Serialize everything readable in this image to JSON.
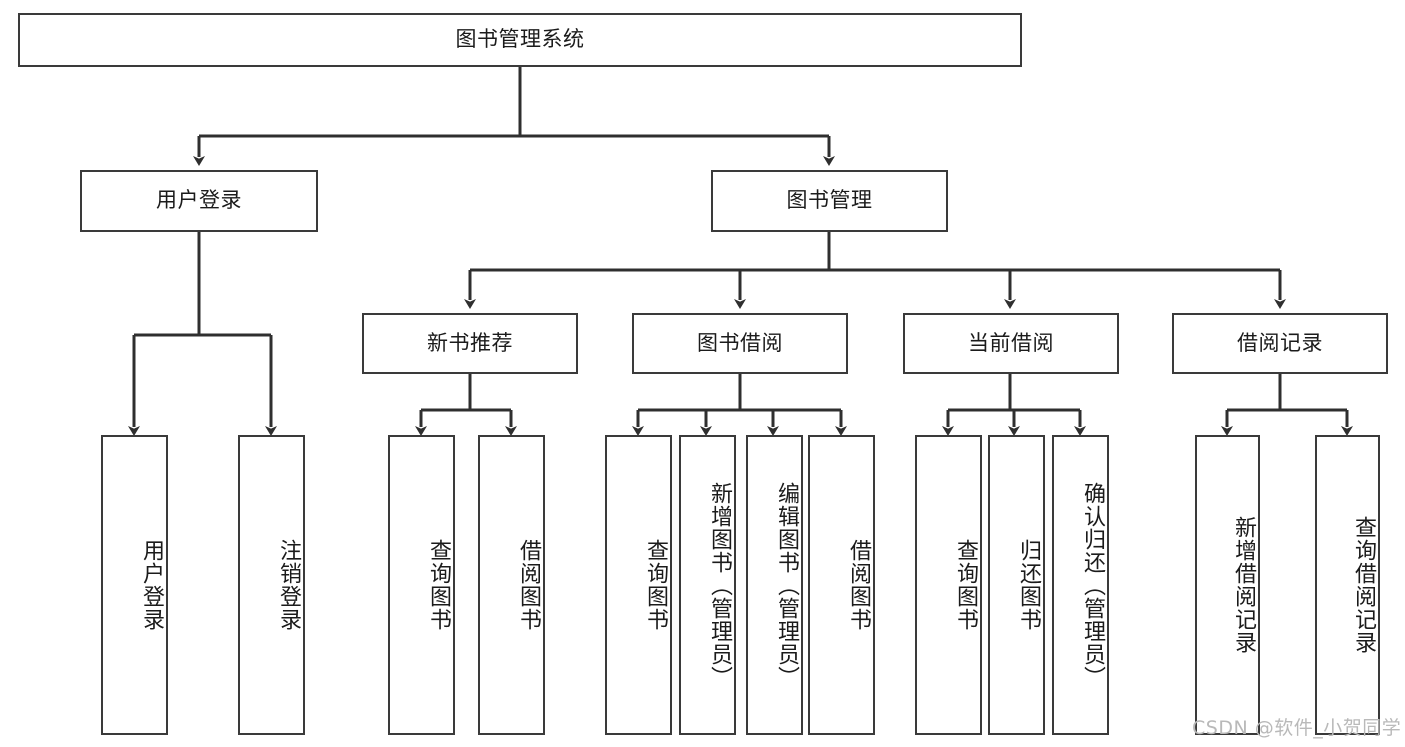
{
  "diagram": {
    "title": "图书管理系统",
    "type": "functional-structure-tree",
    "watermark": "CSDN @软件_小贺同学",
    "colors": {
      "stroke": "#3a3a3a",
      "fill": "#ffffff",
      "text": "#1b1b1b",
      "watermark": "#b9b9b9"
    },
    "levels": {
      "root": {
        "label": "图书管理系统"
      },
      "level2": [
        {
          "id": "user-login",
          "label": "用户登录"
        },
        {
          "id": "book-manage",
          "label": "图书管理"
        }
      ],
      "level3": [
        {
          "id": "new-book-recommend",
          "label": "新书推荐"
        },
        {
          "id": "book-borrow",
          "label": "图书借阅"
        },
        {
          "id": "current-borrow",
          "label": "当前借阅"
        },
        {
          "id": "borrow-record",
          "label": "借阅记录"
        }
      ],
      "leaves": [
        {
          "id": "leaf-user-login",
          "label": "用户登录",
          "parent": "user-login"
        },
        {
          "id": "leaf-user-logout",
          "label": "注销登录",
          "parent": "user-login"
        },
        {
          "id": "leaf-query-book-1",
          "label": "查询图书",
          "parent": "new-book-recommend"
        },
        {
          "id": "leaf-borrow-book-1",
          "label": "借阅图书",
          "parent": "new-book-recommend"
        },
        {
          "id": "leaf-query-book-2",
          "label": "查询图书",
          "parent": "book-borrow"
        },
        {
          "id": "leaf-add-book",
          "label": "新增图书（管理员）",
          "parent": "book-borrow"
        },
        {
          "id": "leaf-edit-book",
          "label": "编辑图书（管理员）",
          "parent": "book-borrow"
        },
        {
          "id": "leaf-borrow-book-2",
          "label": "借阅图书",
          "parent": "book-borrow"
        },
        {
          "id": "leaf-query-book-3",
          "label": "查询图书",
          "parent": "current-borrow"
        },
        {
          "id": "leaf-return-book",
          "label": "归还图书",
          "parent": "current-borrow"
        },
        {
          "id": "leaf-confirm-return",
          "label": "确认归还（管理员）",
          "parent": "current-borrow"
        },
        {
          "id": "leaf-add-record",
          "label": "新增借阅记录",
          "parent": "borrow-record"
        },
        {
          "id": "leaf-query-record",
          "label": "查询借阅记录",
          "parent": "borrow-record"
        }
      ]
    }
  }
}
